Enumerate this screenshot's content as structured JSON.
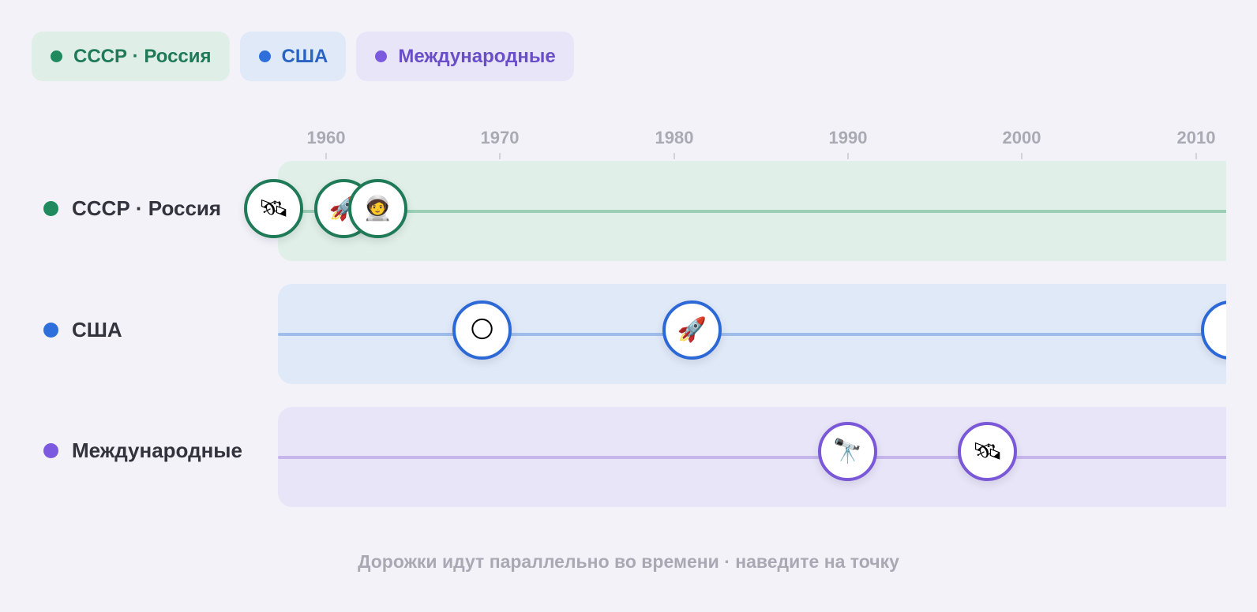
{
  "legend": [
    {
      "label": "СССР · Россия",
      "color": "#1f8a5e"
    },
    {
      "label": "США",
      "color": "#2f6fdc"
    },
    {
      "label": "Международные",
      "color": "#7b5ae0"
    }
  ],
  "axis": {
    "ticks": [
      "1960",
      "1970",
      "1980",
      "1990",
      "2000",
      "2010"
    ]
  },
  "lanes": [
    {
      "label": "СССР · Россия",
      "color": "#1f8a5e",
      "events": [
        {
          "icon": "satellite-icon",
          "glyph": "🛰"
        },
        {
          "icon": "rocket-icon",
          "glyph": "🚀"
        },
        {
          "icon": "astronaut-icon",
          "glyph": "🧑‍🚀"
        }
      ]
    },
    {
      "label": "США",
      "color": "#2f6fdc",
      "events": [
        {
          "icon": "moon-icon",
          "glyph": "🌕"
        },
        {
          "icon": "rocket-icon",
          "glyph": "🚀"
        },
        {
          "icon": "event-icon",
          "glyph": ""
        }
      ]
    },
    {
      "label": "Международные",
      "color": "#7b5ae0",
      "events": [
        {
          "icon": "telescope-icon",
          "glyph": "🔭"
        },
        {
          "icon": "satellite-icon",
          "glyph": "🛰"
        }
      ]
    }
  ],
  "footer": "Дорожки идут параллельно во времени · наведите на точку"
}
